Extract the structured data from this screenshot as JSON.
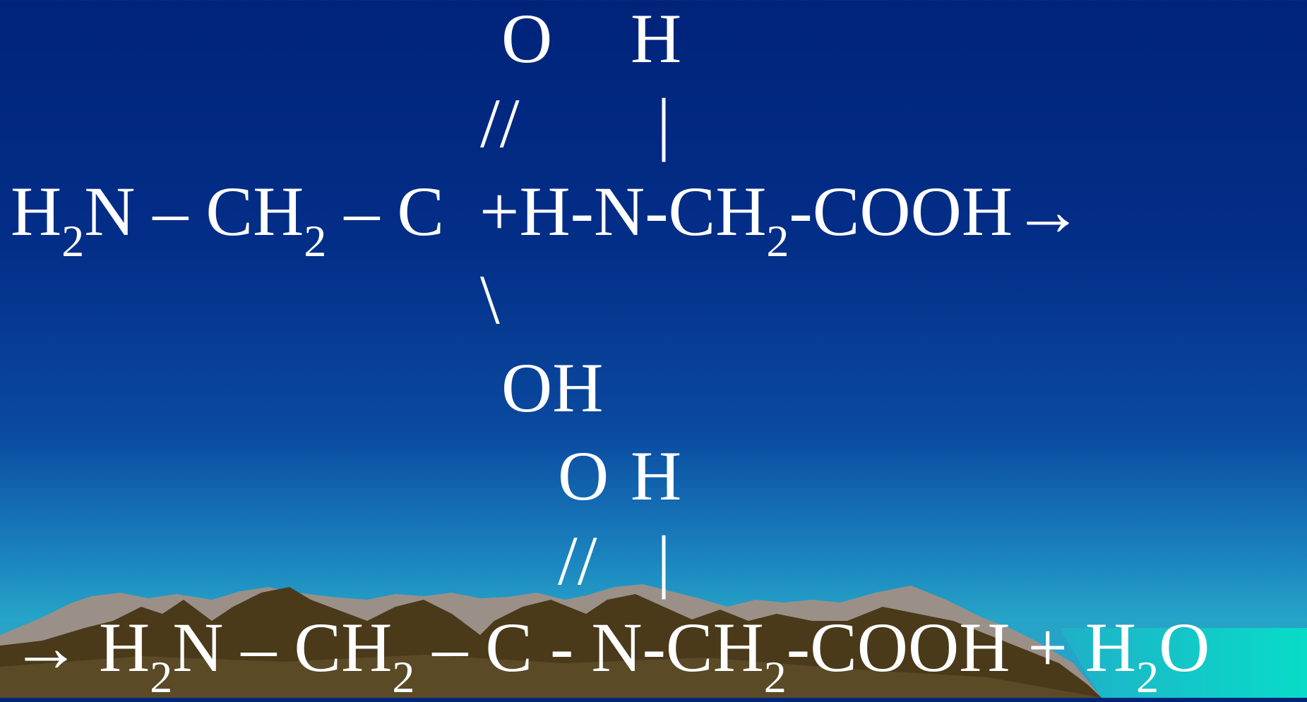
{
  "reactant": {
    "o_top": "O",
    "h_top": "H",
    "double_bond": "//",
    "single_bond_v": "|",
    "line": {
      "p1": "H",
      "s1": "2",
      "p2": "N – CH",
      "s2": "2",
      "p3": " – C  +H-N-CH",
      "s3": "2",
      "p4": "-COOH→"
    },
    "backslash": "\\",
    "oh": "OH"
  },
  "product": {
    "o": "O",
    "h": "H",
    "double_bond": "//",
    "single_bond_v": "|",
    "line": {
      "p1": "→ H",
      "s1": "2",
      "p2": "N – CH",
      "s2": "2",
      "p3": " – C - N-CH",
      "s3": "2",
      "p4": "-COOH + H",
      "s4": "2",
      "p5": "O"
    }
  },
  "colors": {
    "text": "#ffffff",
    "sky_top": "#00237a",
    "sky_bottom": "#2bb7cc",
    "mountain_dark": "#4a3a1a",
    "mountain_light": "#9a9088",
    "sea": "#08dcc8"
  }
}
